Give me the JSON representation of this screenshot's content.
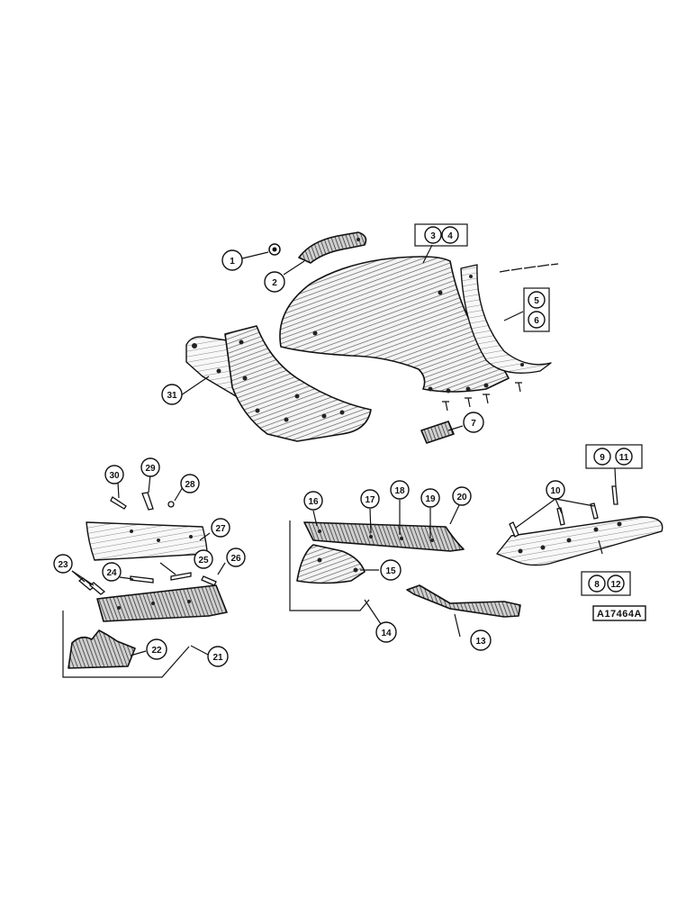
{
  "drawing_id": "A17464A",
  "callouts": [
    {
      "key": "c1",
      "label": "1"
    },
    {
      "key": "c2",
      "label": "2"
    },
    {
      "key": "c3",
      "label": "3"
    },
    {
      "key": "c4",
      "label": "4"
    },
    {
      "key": "c5",
      "label": "5"
    },
    {
      "key": "c6",
      "label": "6"
    },
    {
      "key": "c7",
      "label": "7"
    },
    {
      "key": "c8",
      "label": "8"
    },
    {
      "key": "c9",
      "label": "9"
    },
    {
      "key": "c10",
      "label": "10"
    },
    {
      "key": "c11",
      "label": "11"
    },
    {
      "key": "c12",
      "label": "12"
    },
    {
      "key": "c13",
      "label": "13"
    },
    {
      "key": "c14",
      "label": "14"
    },
    {
      "key": "c15",
      "label": "15"
    },
    {
      "key": "c16",
      "label": "16"
    },
    {
      "key": "c17",
      "label": "17"
    },
    {
      "key": "c18",
      "label": "18"
    },
    {
      "key": "c19",
      "label": "19"
    },
    {
      "key": "c20",
      "label": "20"
    },
    {
      "key": "c21",
      "label": "21"
    },
    {
      "key": "c22",
      "label": "22"
    },
    {
      "key": "c23",
      "label": "23"
    },
    {
      "key": "c24",
      "label": "24"
    },
    {
      "key": "c25",
      "label": "25"
    },
    {
      "key": "c26",
      "label": "26"
    },
    {
      "key": "c27",
      "label": "27"
    },
    {
      "key": "c28",
      "label": "28"
    },
    {
      "key": "c29",
      "label": "29"
    },
    {
      "key": "c30",
      "label": "30"
    },
    {
      "key": "c31",
      "label": "31"
    }
  ]
}
